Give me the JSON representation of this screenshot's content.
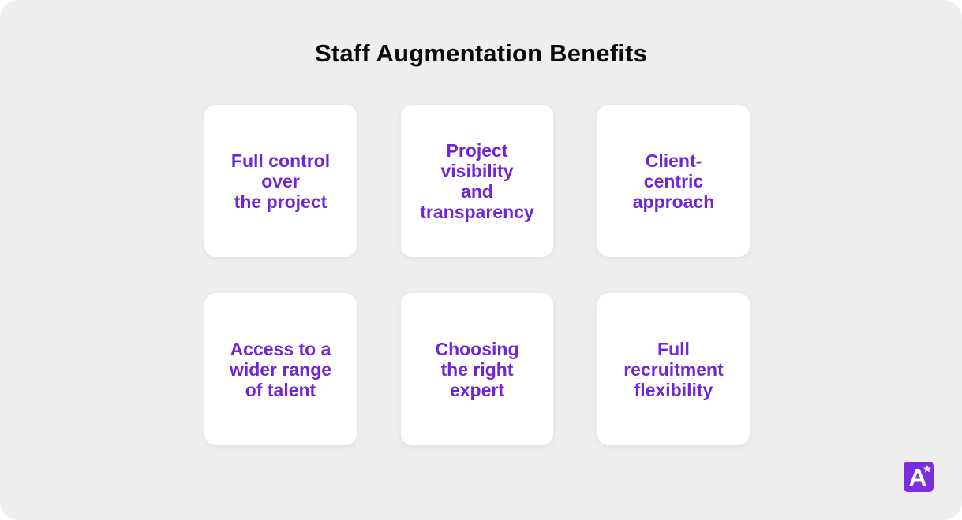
{
  "title": "Staff Augmentation Benefits",
  "colors": {
    "background": "#eeeeee",
    "card": "#ffffff",
    "accent": "#7126d6",
    "title": "#0a0a0a",
    "logo": "#7b2ee0"
  },
  "cards": [
    {
      "label": "Full control\nover\nthe project"
    },
    {
      "label": "Project\nvisibility\nand\ntransparency"
    },
    {
      "label": "Client-\ncentric\napproach"
    },
    {
      "label": "Access to a\nwider range\nof talent"
    },
    {
      "label": "Choosing\nthe right\nexpert"
    },
    {
      "label": "Full\nrecruitment\nflexibility"
    }
  ],
  "logo": {
    "icon": "a-star-logo-icon"
  }
}
